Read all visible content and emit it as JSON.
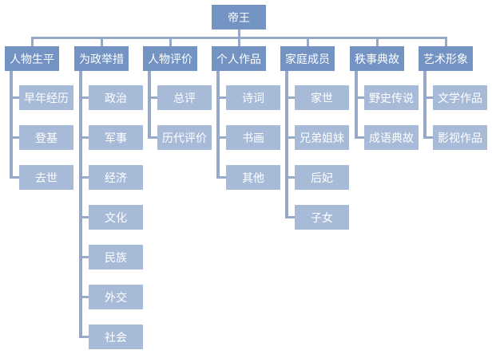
{
  "colors": {
    "root": "#7393c3",
    "category": "#7393c3",
    "child": "#a7bbd9",
    "connector": "#97a9c8"
  },
  "root": "帝王",
  "categories": [
    {
      "label": "人物生平",
      "children": [
        "早年经历",
        "登基",
        "去世"
      ]
    },
    {
      "label": "为政举措",
      "children": [
        "政治",
        "军事",
        "经济",
        "文化",
        "民族",
        "外交",
        "社会"
      ]
    },
    {
      "label": "人物评价",
      "children": [
        "总评",
        "历代评价"
      ]
    },
    {
      "label": "个人作品",
      "children": [
        "诗词",
        "书画",
        "其他"
      ]
    },
    {
      "label": "家庭成员",
      "children": [
        "家世",
        "兄弟姐妹",
        "后妃",
        "子女"
      ]
    },
    {
      "label": "秩事典故",
      "children": [
        "野史传说",
        "成语典故"
      ]
    },
    {
      "label": "艺术形象",
      "children": [
        "文学作品",
        "影视作品"
      ]
    }
  ]
}
